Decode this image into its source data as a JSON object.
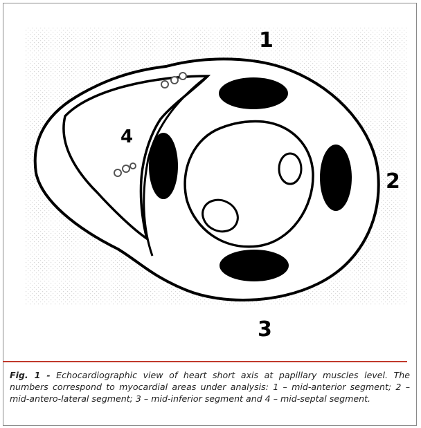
{
  "figure": {
    "segment_labels": {
      "anterior": "1",
      "antero_lateral": "2",
      "inferior": "3",
      "septal": "4"
    }
  },
  "caption": {
    "label": "Fig. 1 -",
    "text": "Echocardiographic view of heart short axis at papillary muscles level. The numbers correspond to myocardial areas under analysis: 1 – mid-anterior segment; 2 – mid-antero-lateral segment; 3 – mid-inferior segment and 4 – mid-septal segment."
  },
  "colors": {
    "caption_rule": "#c0392b"
  }
}
